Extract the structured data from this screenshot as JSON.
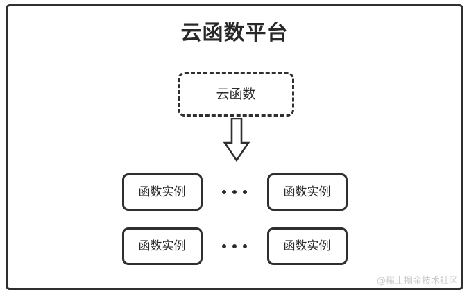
{
  "diagram": {
    "title": "云函数平台",
    "cloud_function": {
      "label": "云函数",
      "style": "dashed"
    },
    "arrow": {
      "icon": "down-block-arrow",
      "direction": "down"
    },
    "ellipsis": "...",
    "rows": [
      {
        "left_instance": "函数实例",
        "separator": "...",
        "right_instance": "函数实例"
      },
      {
        "left_instance": "函数实例",
        "separator": "...",
        "right_instance": "函数实例"
      }
    ],
    "watermark": "@稀土掘金技术社区",
    "colors": {
      "stroke": "#2f2f2f",
      "text": "#2b2b2b",
      "background": "#ffffff",
      "watermark": "#cccccc"
    }
  }
}
